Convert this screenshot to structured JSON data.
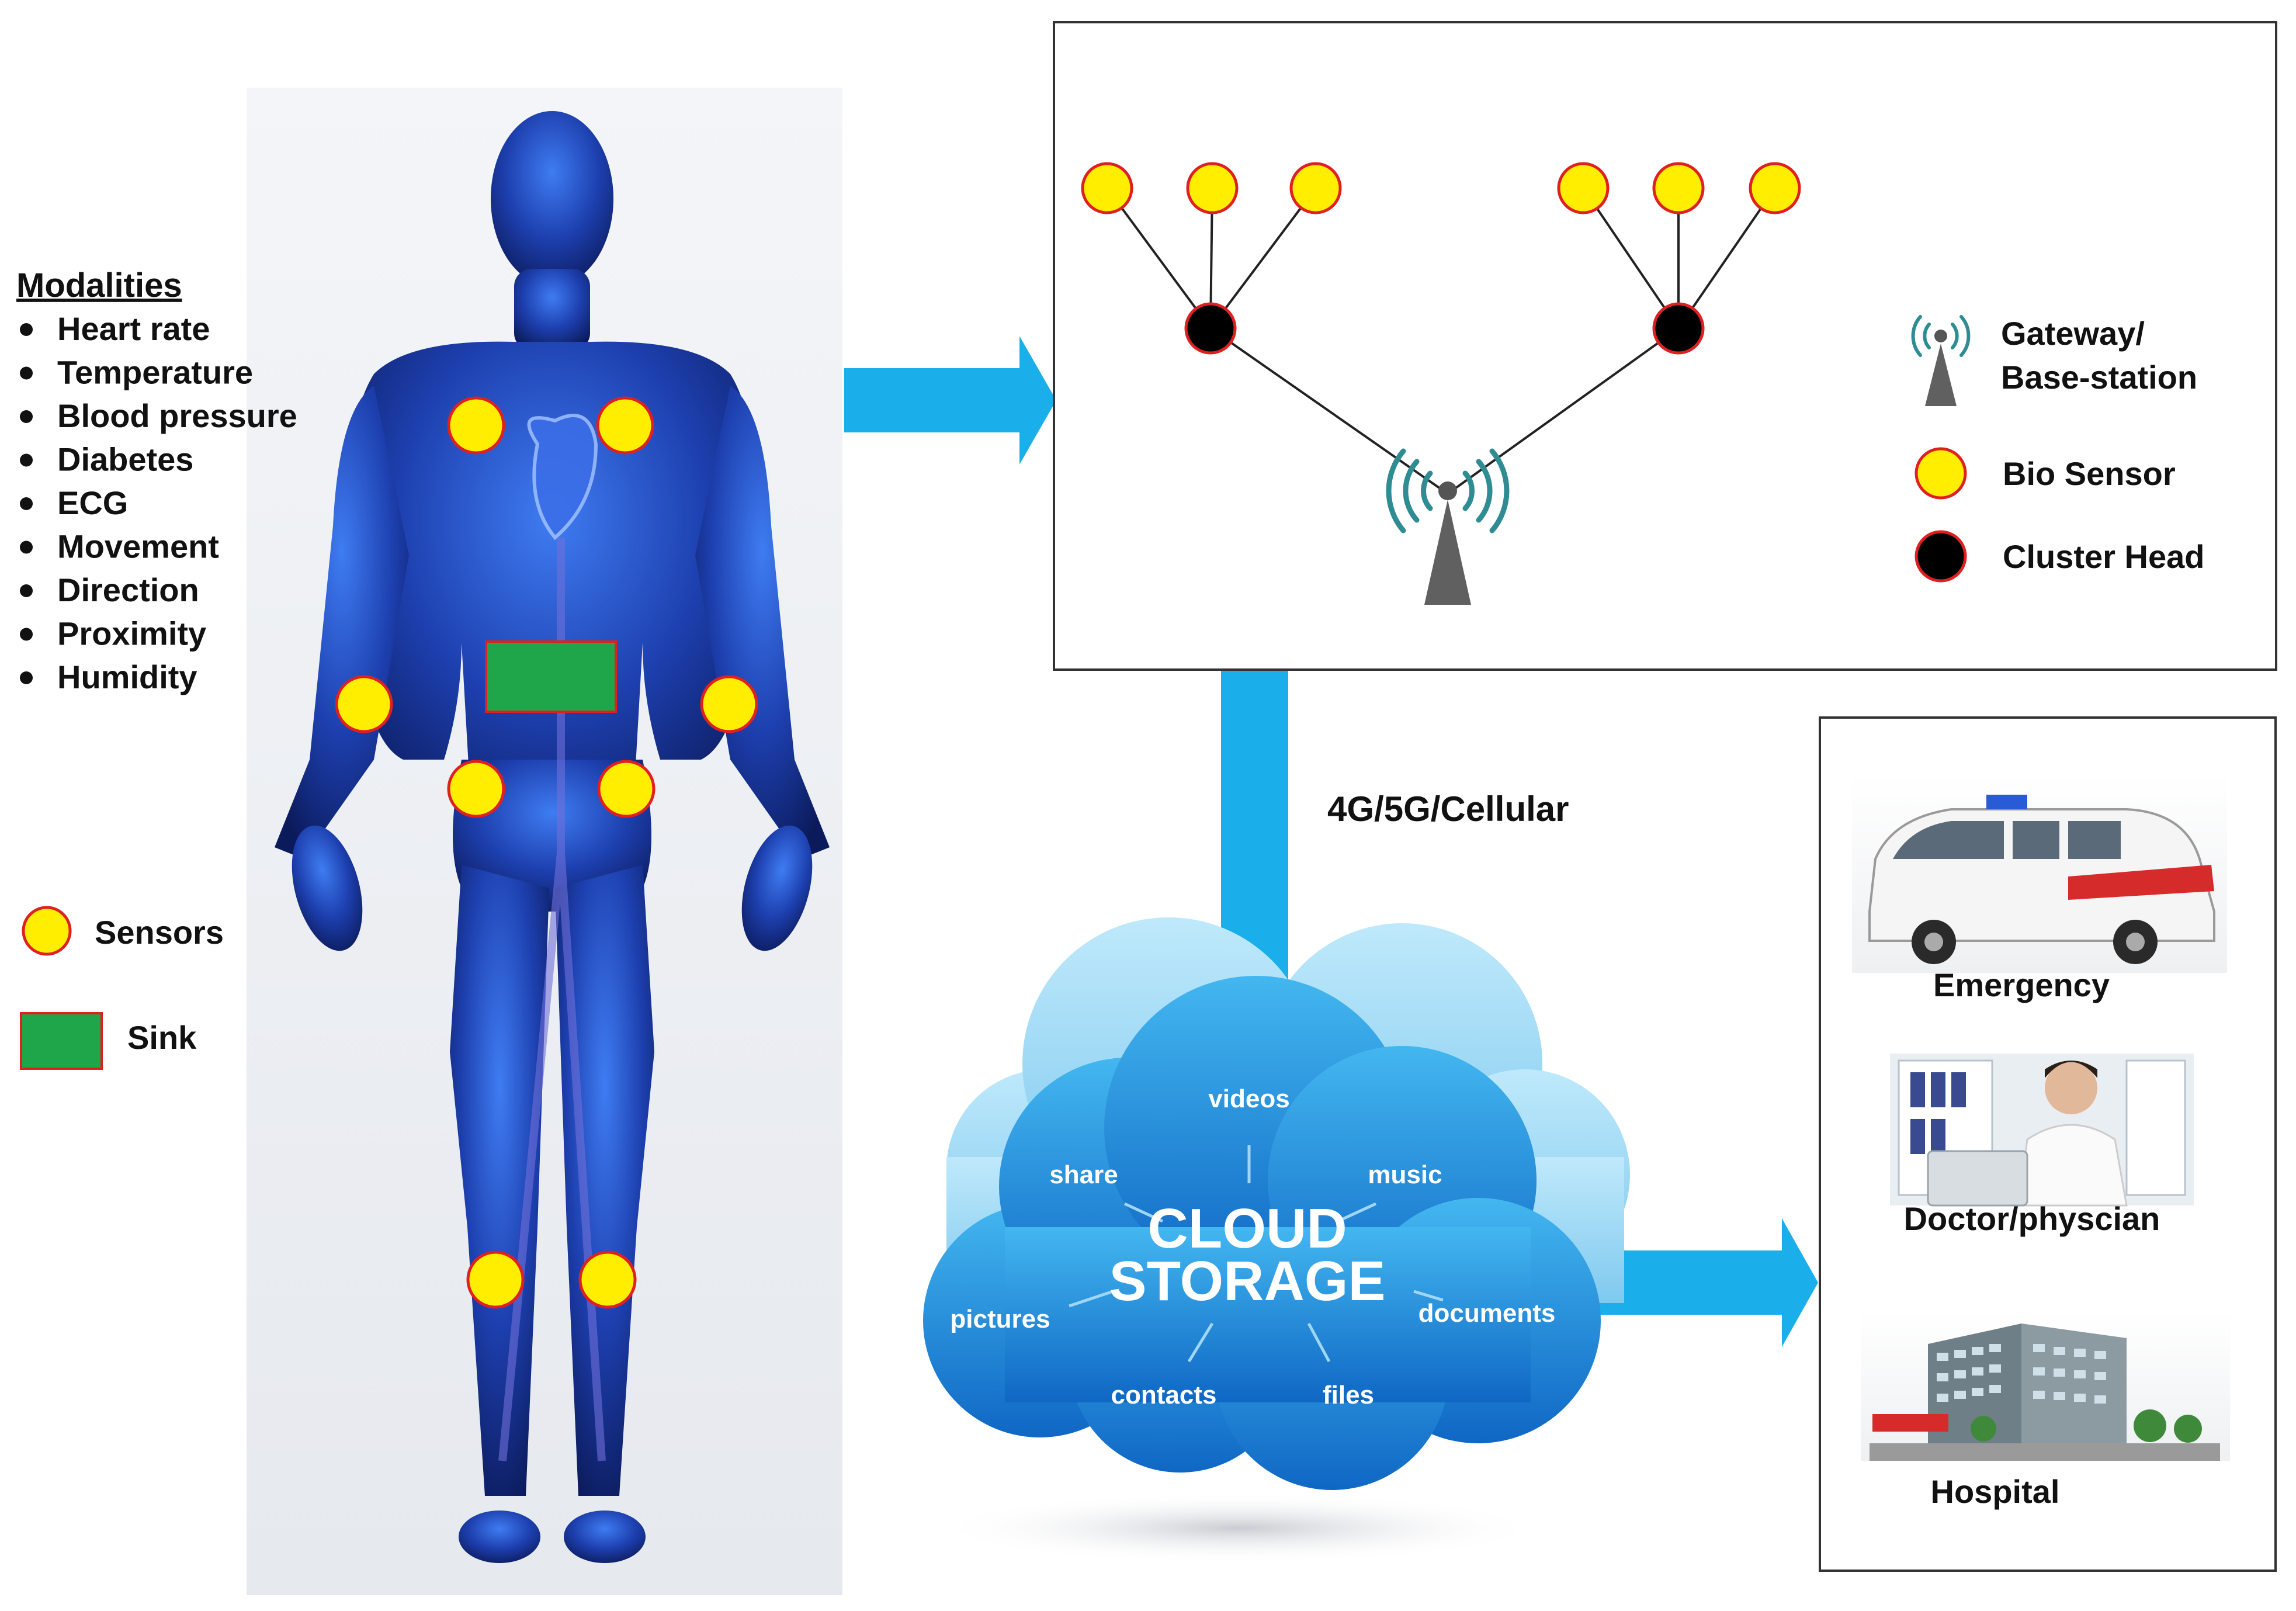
{
  "modalities": {
    "title": "Modalities",
    "items": [
      "Heart rate",
      "Temperature",
      "Blood pressure",
      "Diabetes",
      "ECG",
      "Movement",
      "Direction",
      "Proximity",
      "Humidity"
    ]
  },
  "body_legend": {
    "sensors": "Sensors",
    "sink": "Sink"
  },
  "network_legend": {
    "gateway_line1": "Gateway/",
    "gateway_line2": "Base-station",
    "bio_sensor": "Bio Sensor",
    "cluster_head": "Cluster Head"
  },
  "link_label": "4G/5G/Cellular",
  "cloud": {
    "title_line1": "CLOUD",
    "title_line2": "STORAGE",
    "spokes": [
      "videos",
      "share",
      "music",
      "pictures",
      "documents",
      "contacts",
      "files"
    ]
  },
  "endpoints": {
    "emergency": "Emergency",
    "doctor": "Doctor/physcian",
    "hospital": "Hospital"
  },
  "colors": {
    "sensor": "#ffee00",
    "sensor_stroke": "#e02020",
    "sink": "#1fa64a",
    "arrow": "#1aaeea",
    "cluster_head": "#000000",
    "body": "#1f4fc8"
  }
}
